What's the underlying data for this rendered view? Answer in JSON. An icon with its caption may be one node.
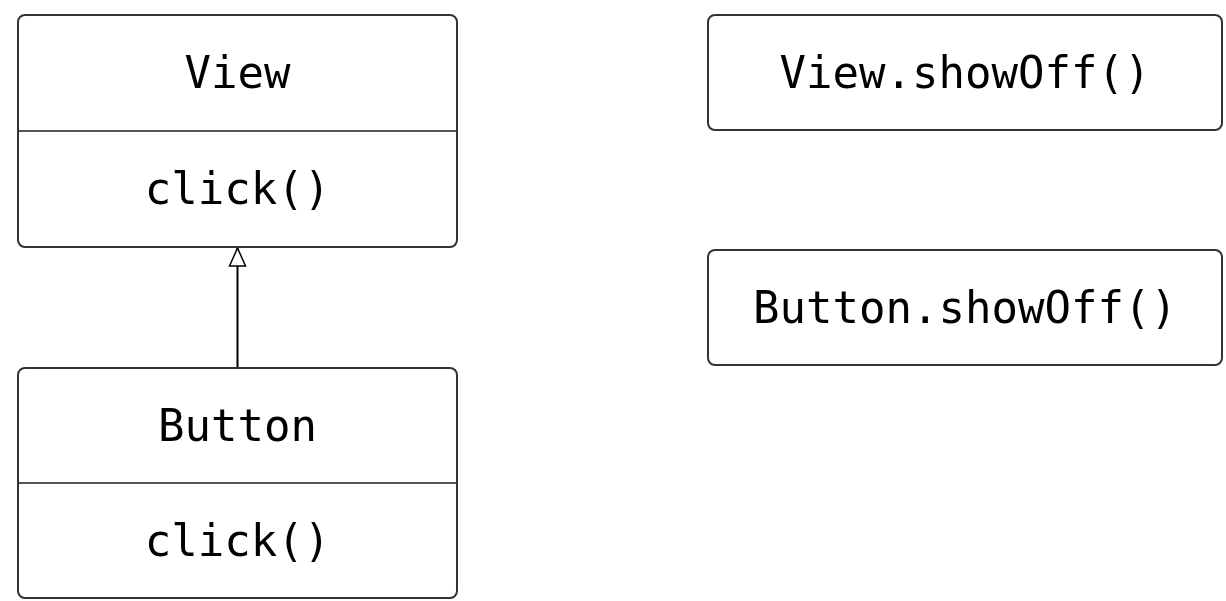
{
  "diagram": {
    "nodes": [
      {
        "text": [
          "View",
          "click()"
        ]
      },
      {
        "text": [
          "Button",
          "click()"
        ]
      },
      {
        "text": [
          "View.showOff()"
        ]
      },
      {
        "text": [
          "Button.showOff()"
        ]
      }
    ],
    "edges": [
      {
        "from": 1,
        "to": 0,
        "arrow": "to"
      }
    ]
  }
}
